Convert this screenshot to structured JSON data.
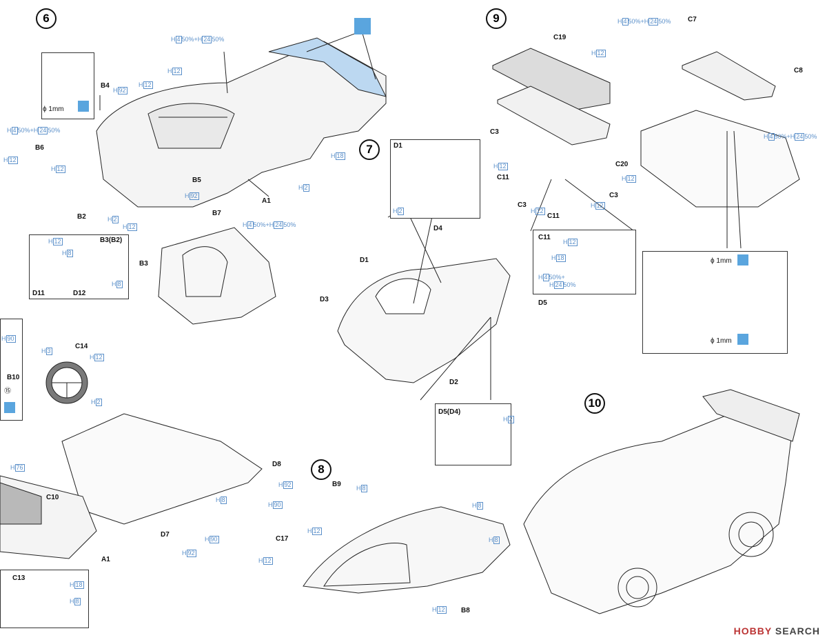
{
  "steps": {
    "s6": "6",
    "s7": "7",
    "s8": "8",
    "s9": "9",
    "s10": "10"
  },
  "parts": {
    "A1": "A1",
    "A1b": "A1",
    "B2": "B2",
    "B3": "B3",
    "B3B2": "B3(B2)",
    "B4": "B4",
    "B5": "B5",
    "B6": "B6",
    "B7": "B7",
    "B8": "B8",
    "B9": "B9",
    "B10": "B10",
    "C3a": "C3",
    "C3b": "C3",
    "C3c": "C3",
    "C7": "C7",
    "C8": "C8",
    "C10": "C10",
    "C11a": "C11",
    "C11b": "C11",
    "C11c": "C11",
    "C13": "C13",
    "C14": "C14",
    "C17": "C17",
    "C19": "C19",
    "C20": "C20",
    "D1": "D1",
    "D1b": "D1",
    "D2": "D2",
    "D3": "D3",
    "D4": "D4",
    "D5": "D5",
    "D5D4": "D5(D4)",
    "D7": "D7",
    "D8": "D8",
    "D11": "D11",
    "D12": "D12"
  },
  "drill": {
    "d1": "ϕ 1mm",
    "d2": "ϕ 1mm",
    "d3": "ϕ 1mm"
  },
  "colors": {
    "h2": "2",
    "h3": "3",
    "h4": "4",
    "h8": "8",
    "h12": "12",
    "h18": "18",
    "h24": "24",
    "h76": "76",
    "h90": "90",
    "h92": "92",
    "H": "H",
    "mix_pct": "50%",
    "plus": "+"
  },
  "circled15": "⑮",
  "watermark": {
    "brand": "HOBBY",
    "suffix": "SEARCH"
  },
  "accent": {
    "blue": "#5a8fc9",
    "paint": "#9fc8ec"
  }
}
